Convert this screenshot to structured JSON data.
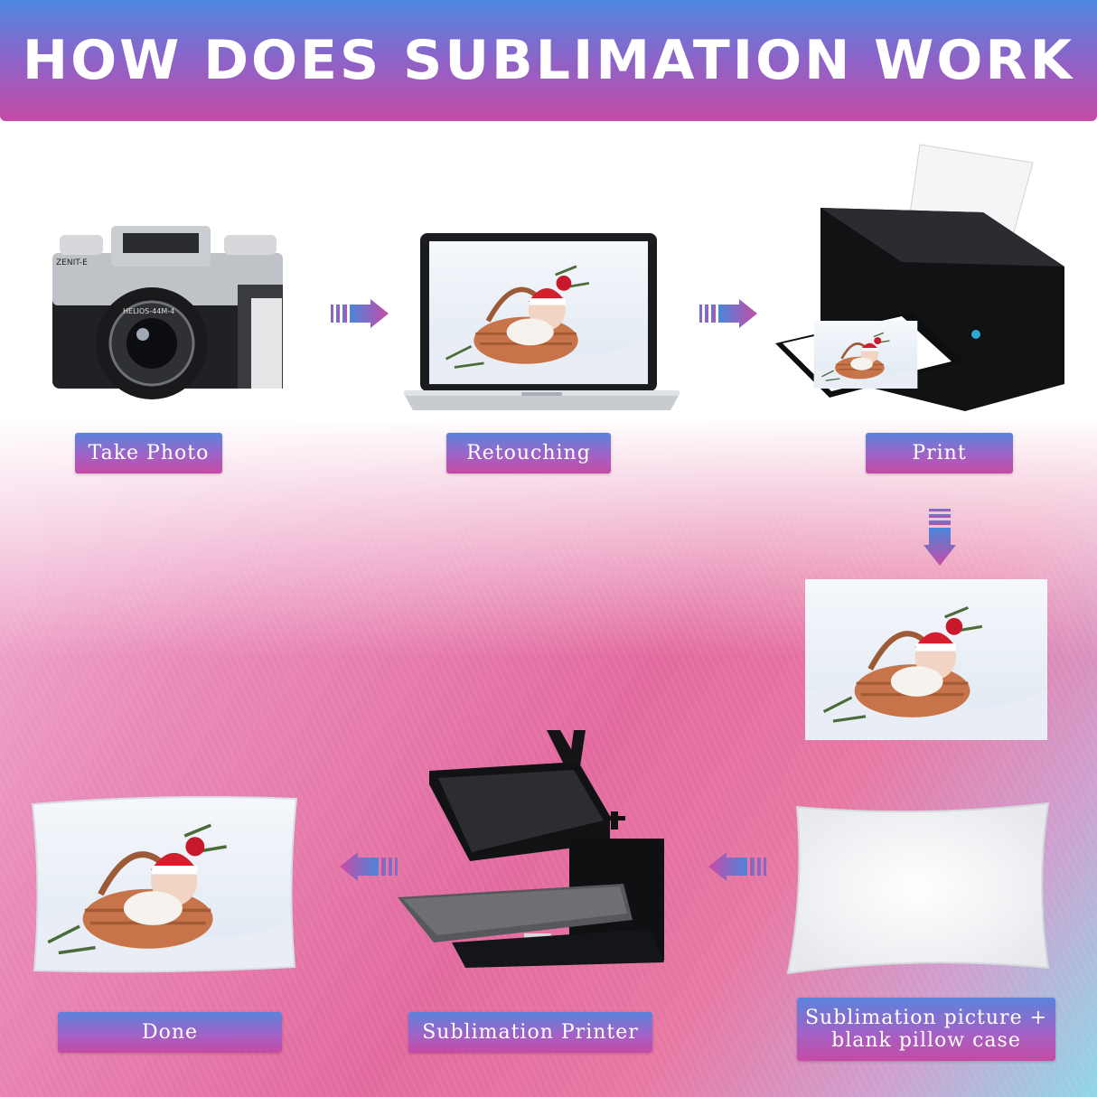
{
  "header": {
    "title": "HOW DOES SUBLIMATION WORK"
  },
  "steps": {
    "take_photo": "Take Photo",
    "retouching": "Retouching",
    "print": "Print",
    "sublimation_printer": "Sublimation Printer",
    "done": "Done",
    "picture_pillow_line1": "Sublimation picture +",
    "picture_pillow_line2": "blank pillow case"
  },
  "camera_text": {
    "brand": "ZENIT-E",
    "lens": "HELIOS-44M-4"
  },
  "colors": {
    "header_top": "#4f88e0",
    "header_bottom": "#c44ba6",
    "label_top": "#5a84dc",
    "label_bottom": "#c64aa4",
    "arrow_start": "#4a86db",
    "arrow_end": "#c94aa5"
  },
  "icons": [
    "camera-icon",
    "laptop-icon",
    "printer-icon",
    "photo-print-image",
    "blank-pillow-icon",
    "heat-press-icon",
    "printed-pillow-icon",
    "right-arrow-icon",
    "left-arrow-icon",
    "down-arrow-icon"
  ]
}
